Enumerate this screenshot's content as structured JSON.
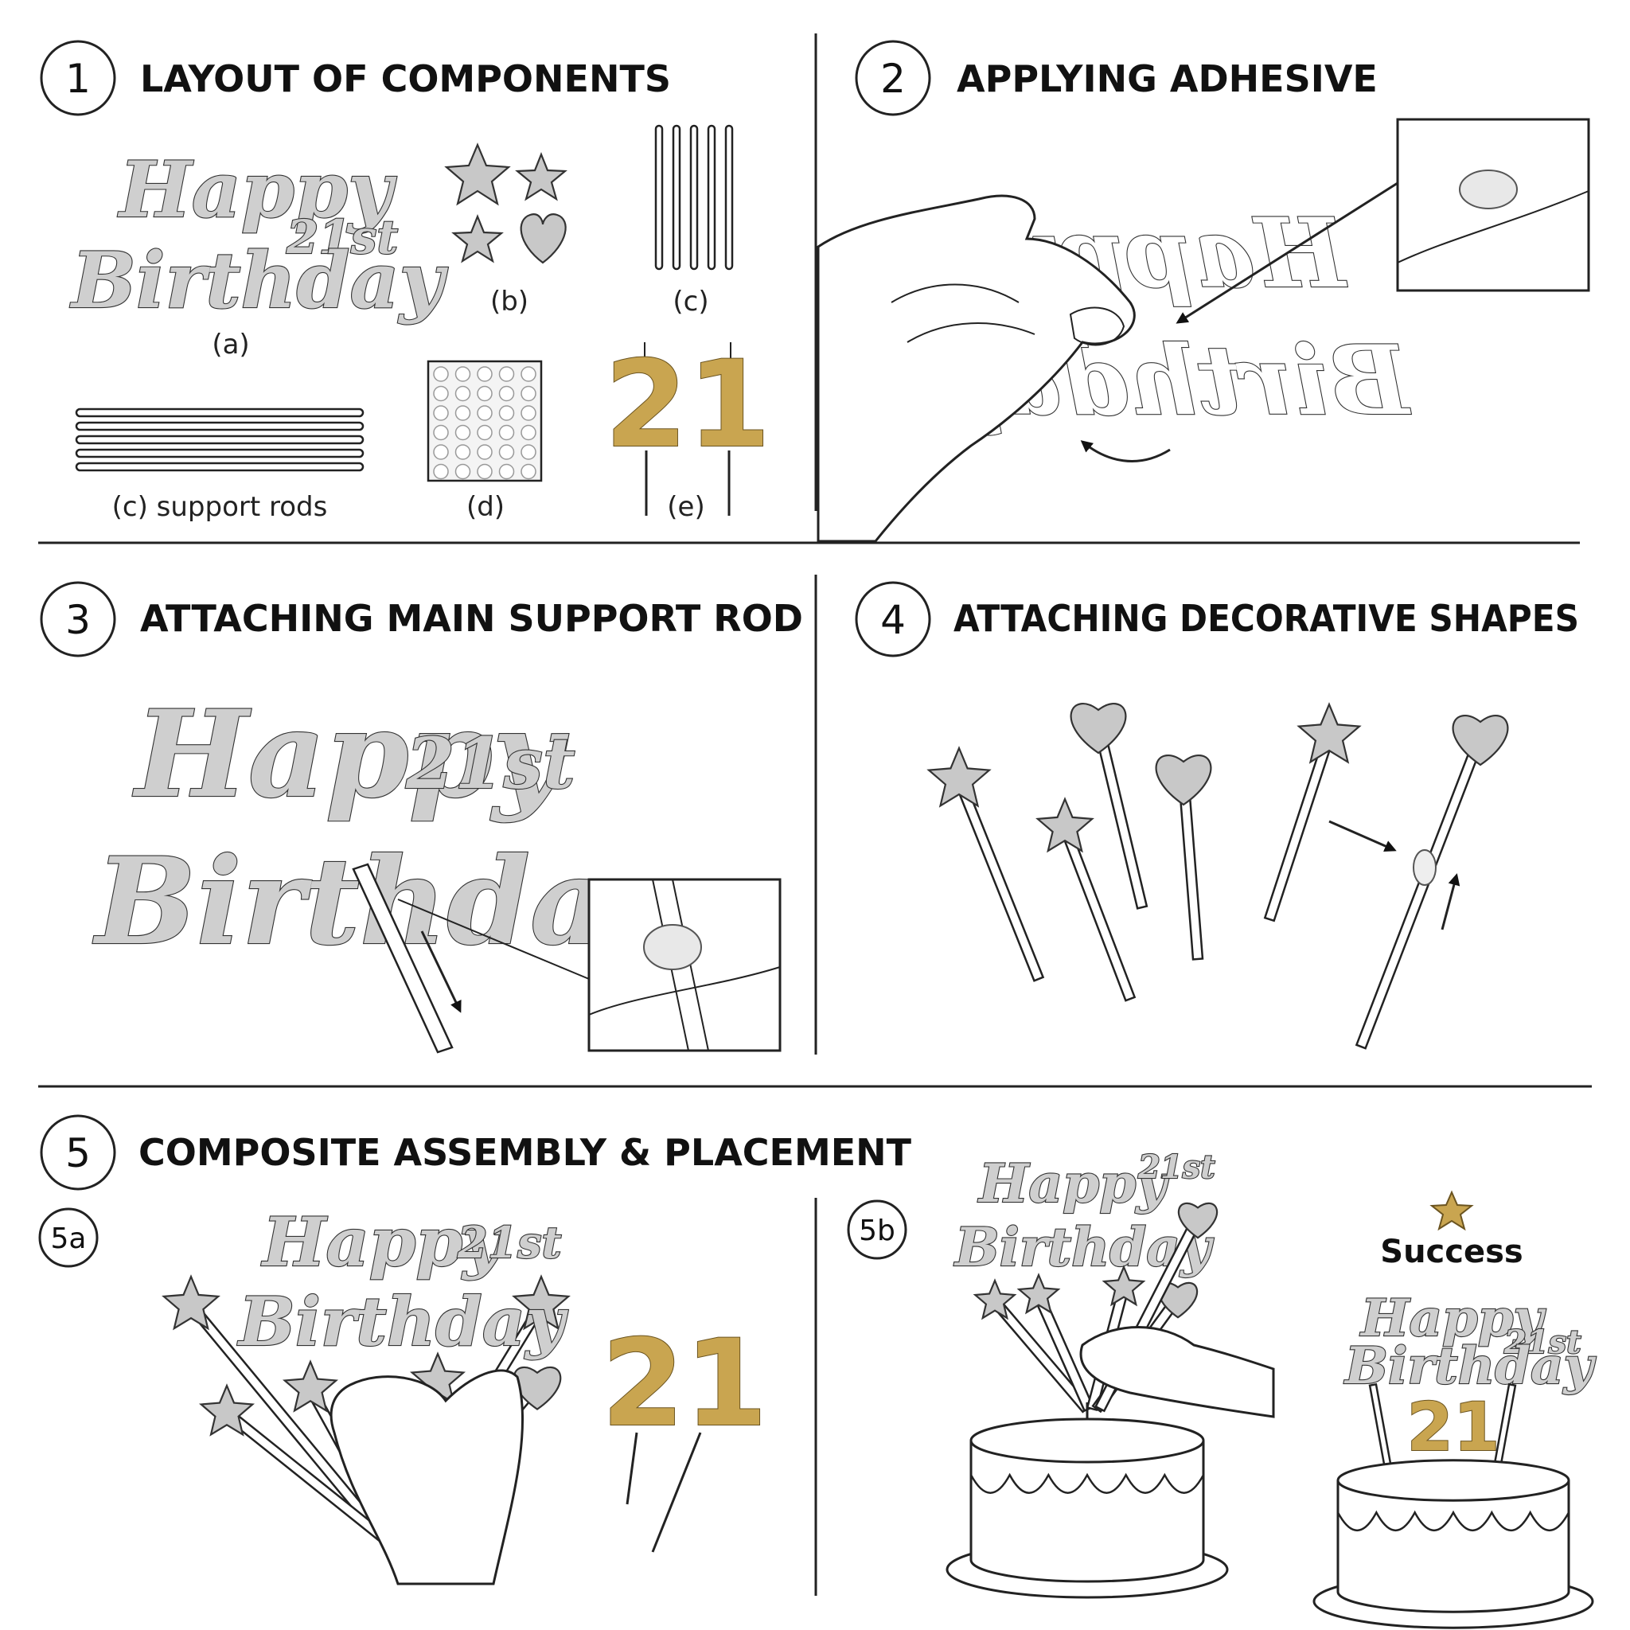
{
  "steps": [
    {
      "num": "1",
      "title": "LAYOUT OF COMPONENTS"
    },
    {
      "num": "2",
      "title": "APPLYING ADHESIVE"
    },
    {
      "num": "3",
      "title": "ATTACHING MAIN SUPPORT ROD"
    },
    {
      "num": "4",
      "title": "ATTACHING DECORATIVE SHAPES"
    },
    {
      "num": "5",
      "title": "COMPOSITE ASSEMBLY & PLACEMENT"
    }
  ],
  "substeps": {
    "a": "5a",
    "b": "5b"
  },
  "components": {
    "a": "(a)",
    "b": "(b)",
    "c": "(c)",
    "support_rods": "(c) support rods",
    "d": "(d)",
    "e": "(e)"
  },
  "topper_text": {
    "line1": "Happy",
    "line2": "Birthday",
    "age": "21st"
  },
  "candle_number": "21",
  "success_label": "Success",
  "colors": {
    "silver": "#c8c8c8",
    "gold": "#c9a550",
    "ink": "#222222"
  }
}
